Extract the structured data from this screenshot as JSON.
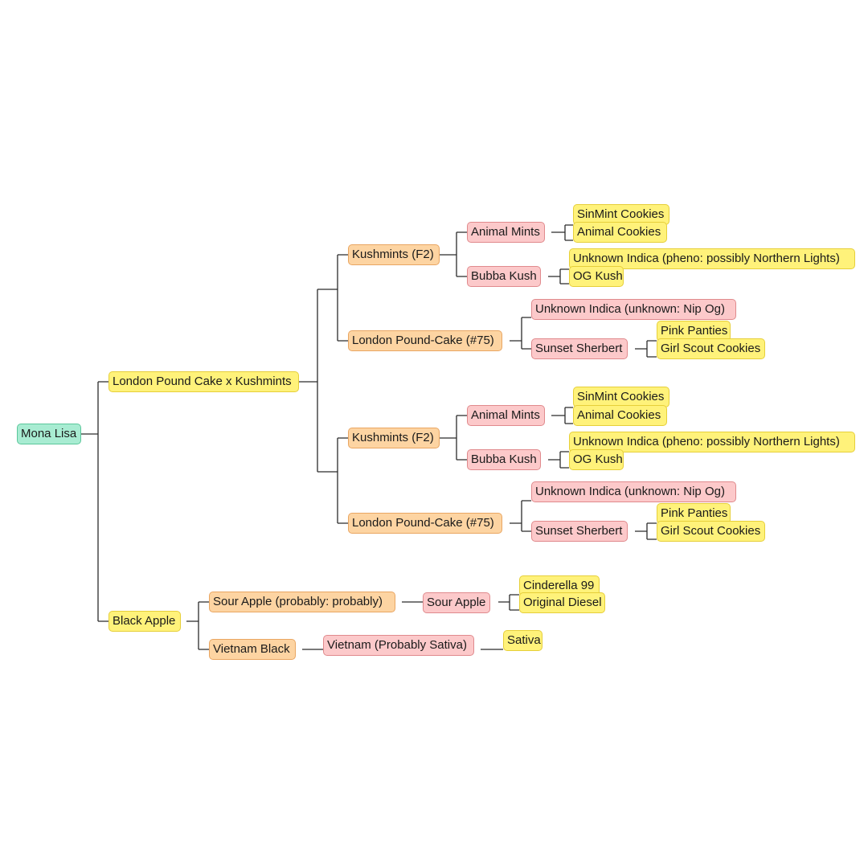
{
  "tree": {
    "root": "Mona Lisa",
    "lpckm": "London Pound Cake x Kushmints",
    "black_apple": "Black Apple",
    "branch_a": {
      "kushmints": "Kushmints (F2)",
      "animal_mints": "Animal Mints",
      "sinmint_cookies": "SinMint Cookies",
      "animal_cookies": "Animal Cookies",
      "bubba_kush": "Bubba Kush",
      "unknown_indica_pheno": "Unknown Indica (pheno: possibly Northern Lights)",
      "og_kush": "OG Kush",
      "london_pound_cake": "London Pound-Cake (#75)",
      "unknown_indica_nip": "Unknown Indica (unknown: Nip Og)",
      "sunset_sherbert": "Sunset Sherbert",
      "pink_panties": "Pink Panties",
      "girl_scout_cookies": "Girl Scout Cookies"
    },
    "branch_b": {
      "kushmints": "Kushmints (F2)",
      "animal_mints": "Animal Mints",
      "sinmint_cookies": "SinMint Cookies",
      "animal_cookies": "Animal Cookies",
      "bubba_kush": "Bubba Kush",
      "unknown_indica_pheno": "Unknown Indica (pheno: possibly Northern Lights)",
      "og_kush": "OG Kush",
      "london_pound_cake": "London Pound-Cake (#75)",
      "unknown_indica_nip": "Unknown Indica (unknown: Nip Og)",
      "sunset_sherbert": "Sunset Sherbert",
      "pink_panties": "Pink Panties",
      "girl_scout_cookies": "Girl Scout Cookies"
    },
    "sour_apple_probably": "Sour Apple (probably: probably)",
    "sour_apple": "Sour Apple",
    "cinderella_99": "Cinderella 99",
    "original_diesel": "Original Diesel",
    "vietnam_black": "Vietnam Black",
    "vietnam_sativa": "Vietnam (Probably Sativa)",
    "sativa": "Sativa"
  },
  "colors": {
    "root": "#a8ecd2",
    "level_yellow": "#fff27a",
    "level_orange": "#fdd4a2",
    "level_pink": "#fcc9ca",
    "connector": "#2b2b2b"
  }
}
